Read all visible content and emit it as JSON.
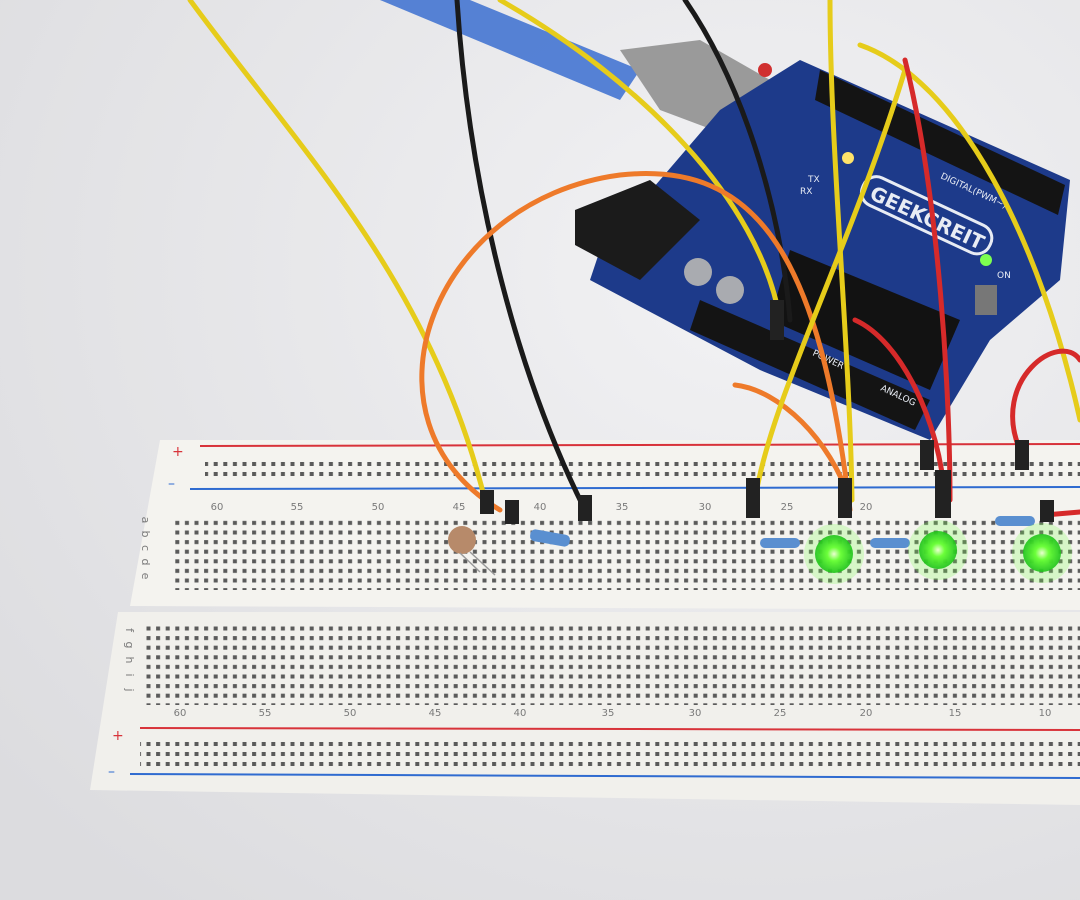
{
  "board": {
    "brand": "GEEKCREIT",
    "digital_label": "DIGITAL(PWM~)",
    "tx_label": "TX",
    "rx_label": "RX",
    "on_label": "ON",
    "power_label": "POWER",
    "analog_label": "ANALOG"
  },
  "breadboard": {
    "plus_sign": "+",
    "minus_sign": "–",
    "top_numbers": [
      "60",
      "55",
      "50",
      "45",
      "40",
      "35",
      "30",
      "25",
      "20"
    ],
    "bottom_numbers": [
      "60",
      "55",
      "50",
      "45",
      "40",
      "35",
      "30",
      "25",
      "20",
      "15",
      "10"
    ],
    "top_letters": [
      "a",
      "b",
      "c",
      "d",
      "e"
    ],
    "bottom_letters": [
      "f",
      "g",
      "h",
      "i",
      "j"
    ]
  },
  "colors": {
    "pcb": "#1d3a8a",
    "wire_yellow": "#e6cc1a",
    "wire_red": "#d62a2a",
    "wire_orange": "#ee7a2a",
    "wire_black": "#1a1a1a",
    "led_green": "#5cff3a"
  }
}
